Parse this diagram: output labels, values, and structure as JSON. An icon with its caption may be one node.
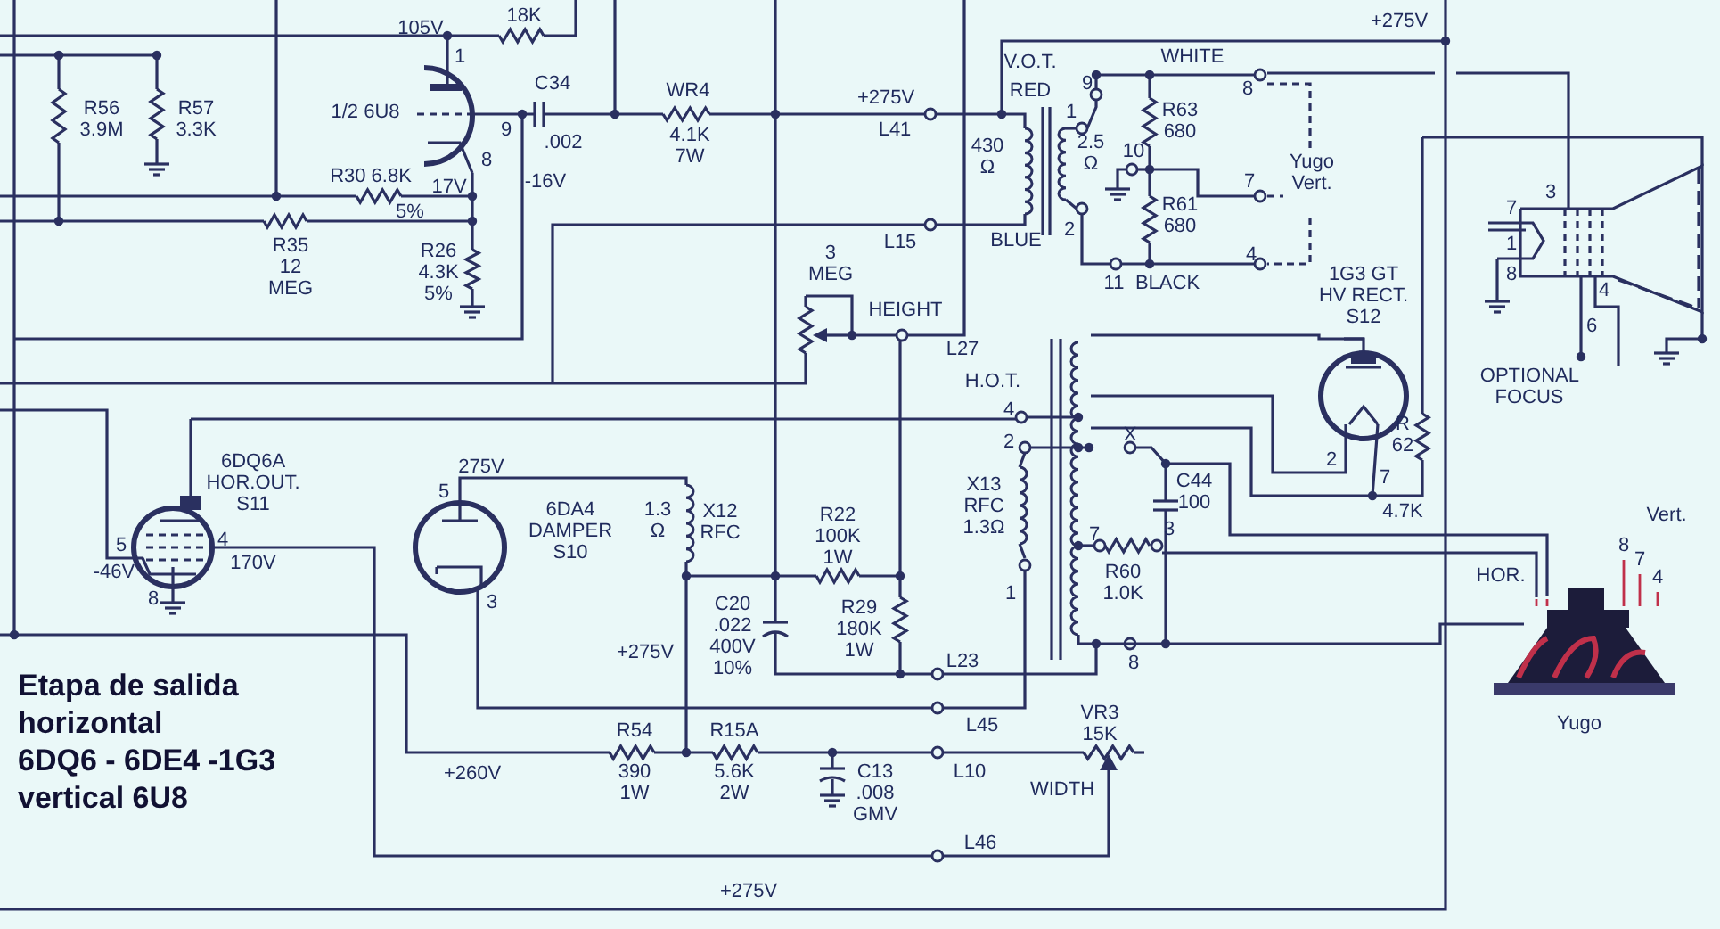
{
  "diagram": {
    "title": "Etapa de salida horizontal",
    "caption": "6DQ6 - 6DE4 -1G3 vertical 6U8",
    "labels": [
      "18K",
      "+275V",
      "105V",
      "1",
      "WHITE",
      "V.O.T.",
      "RED",
      "9",
      "8",
      "C34",
      "WR4",
      "+275V",
      "R56 3.9M",
      "R57 3.3K",
      "1/2 6U8",
      "1",
      "R63 680",
      "L41",
      "4.1K 7W",
      "9",
      ".002",
      "430 Ω",
      "2.5 Ω",
      "10",
      "Yugo Vert.",
      "8",
      "R30 6.8K",
      "17V",
      "-16V",
      "7",
      "R61 680",
      "5%",
      "2",
      "BLUE",
      "L15",
      "R35 12 MEG",
      "R26 4.3K 5%",
      "4",
      "3 MEG",
      "11",
      "BLACK",
      "1G3 GT HV RECT. S12",
      "3",
      "7",
      "1",
      "8",
      "4",
      "6",
      "HEIGHT",
      "L27",
      "OPTIONAL FOCUS",
      "H.O.T.",
      "4",
      "R 62",
      "2",
      "X",
      "6DQ6A HOR.OUT. S11",
      "275V",
      "2",
      "7",
      "4.7K",
      "5",
      "C44 100",
      "X13 RFC 1.3Ω",
      "6DA4 DAMPER S10",
      "1.3 Ω",
      "X12 RFC",
      "R22 100K 1W",
      "5",
      "4",
      "7",
      "3",
      "Vert.",
      "8",
      "7",
      "4",
      "HOR.",
      "-46V",
      "170V",
      "1",
      "R60 1.0K",
      "8",
      "3",
      "C20 .022 400V 10%",
      "R29 180K 1W",
      "+275V",
      "8",
      "L23",
      "Yugo",
      "VR3 15K",
      "L45",
      "R54",
      "390 1W",
      "R15A",
      "5.6K 2W",
      "+260V",
      "C13 .008 GMV",
      "L10",
      "WIDTH",
      "L46",
      "+275V"
    ]
  }
}
